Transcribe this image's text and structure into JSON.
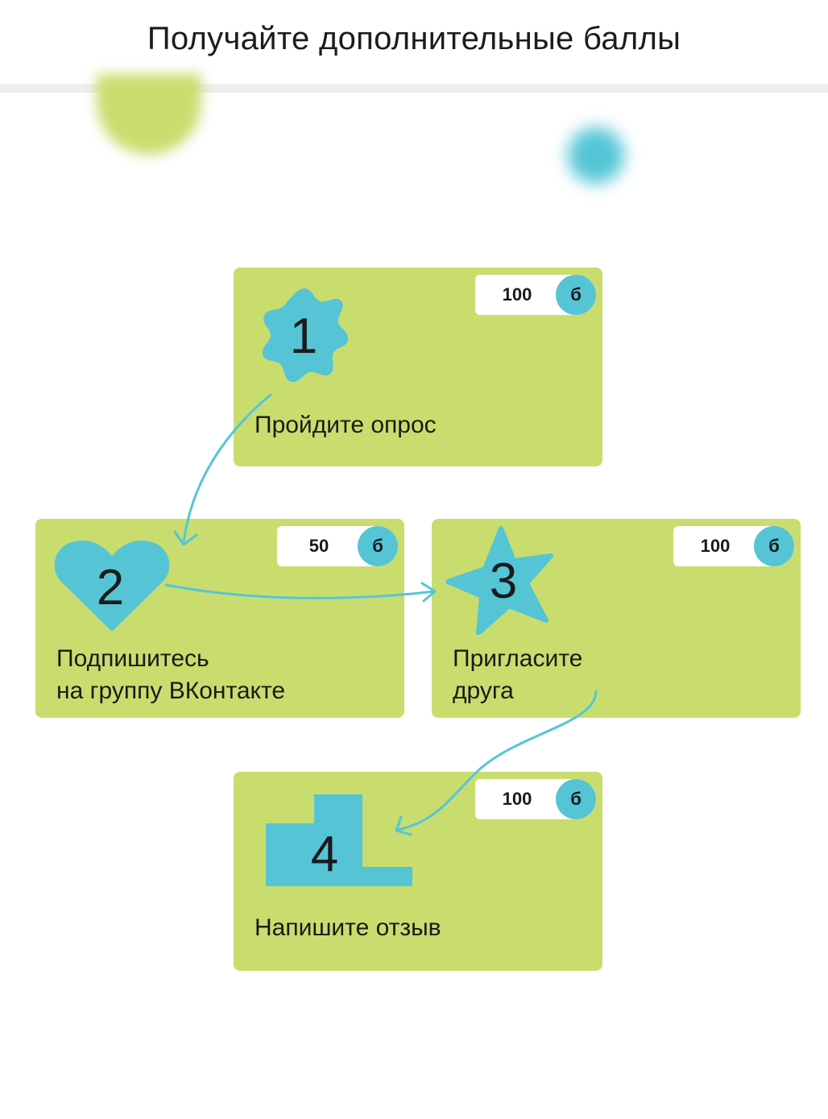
{
  "header": {
    "title": "Получайте дополнительные баллы"
  },
  "colors": {
    "card": "#c9dd6e",
    "accent": "#55c5d6",
    "text": "#1a1a1a",
    "divider": "#eeeeee"
  },
  "steps": [
    {
      "number": "1",
      "shape": "flower-badge-icon",
      "text": "Пройдите опрос",
      "points": "100",
      "currency": "б"
    },
    {
      "number": "2",
      "shape": "heart-icon",
      "text": "Подпишитесь\nна группу ВКонтакте",
      "points": "50",
      "currency": "б"
    },
    {
      "number": "3",
      "shape": "star-icon",
      "text": "Пригласите\nдруга",
      "points": "100",
      "currency": "б"
    },
    {
      "number": "4",
      "shape": "podium-icon",
      "text": "Напишите отзыв",
      "points": "100",
      "currency": "б"
    }
  ]
}
